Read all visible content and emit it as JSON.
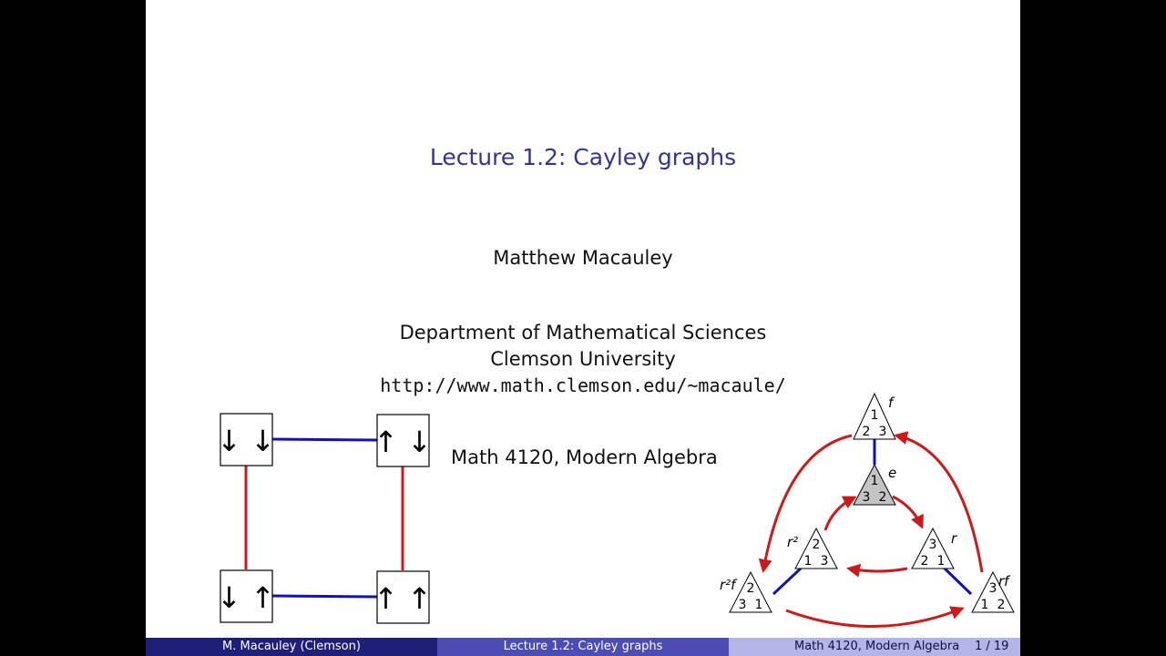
{
  "slide": {
    "title": "Lecture 1.2: Cayley graphs",
    "author": "Matthew Macauley",
    "department": "Department of Mathematical Sciences",
    "university": "Clemson University",
    "url": "http://www.math.clemson.edu/~macaule/",
    "course": "Math 4120, Modern Algebra"
  },
  "footer": {
    "left": "M. Macauley  (Clemson)",
    "middle": "Lecture 1.2: Cayley graphs",
    "right_course": "Math 4120, Modern Algebra",
    "page": "1 / 19"
  },
  "left_graph": {
    "nodes": [
      {
        "name": "top-left",
        "arrows": "↓ ↓"
      },
      {
        "name": "top-right",
        "arrows": "↑ ↓"
      },
      {
        "name": "bottom-left",
        "arrows": "↓ ↑"
      },
      {
        "name": "bottom-right",
        "arrows": "↑ ↑"
      }
    ],
    "edge_colors": {
      "blue": "#1010c0",
      "red": "#d01818"
    }
  },
  "right_graph": {
    "nodes": [
      {
        "label": "f",
        "top": "1",
        "bl": "2",
        "br": "3"
      },
      {
        "label": "e",
        "top": "1",
        "bl": "3",
        "br": "2"
      },
      {
        "label": "r",
        "top": "3",
        "bl": "2",
        "br": "1"
      },
      {
        "label": "r²",
        "top": "2",
        "bl": "1",
        "br": "3"
      },
      {
        "label": "r²f",
        "top": "2",
        "bl": "3",
        "br": "1"
      },
      {
        "label": "rf",
        "top": "3",
        "bl": "1",
        "br": "2"
      }
    ]
  }
}
